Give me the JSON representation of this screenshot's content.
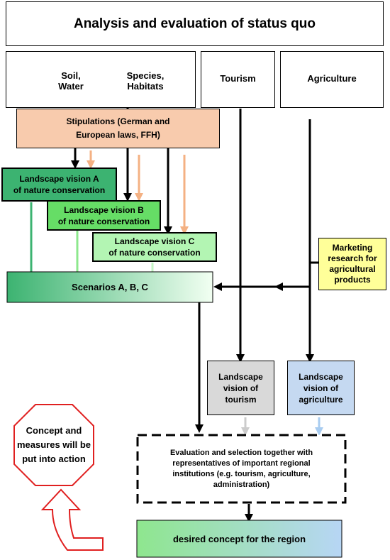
{
  "title": "Analysis and evaluation of status quo",
  "columns": {
    "soil_water": "Soil,\nWater",
    "species_habitats": "Species,\nHabitats",
    "tourism": "Tourism",
    "agriculture": "Agriculture"
  },
  "stipulations": "Stipulations (German and\nEuropean laws, FFH)",
  "visions": {
    "a": "Landscape vision A\nof nature conservation",
    "b": "Landscape vision B\nof nature conservation",
    "c": "Landscape vision C\nof nature conservation"
  },
  "marketing": "Marketing\nresearch for\nagricultural\nproducts",
  "scenarios": "Scenarios A, B, C",
  "vision_tourism": "Landscape\nvision of\ntourism",
  "vision_agriculture": "Landscape\nvision of\nagriculture",
  "concept_action": "Concept and\nmeasures will be\nput into action",
  "evaluation": "Evaluation and selection together with\nrepresentatives of important regional\ninstitutions (e.g. tourism, agriculture,\nadministration)",
  "desired": "desired concept for the region",
  "colors": {
    "stipulations_fill": "#f8cbad",
    "vision_a": "#3cb371",
    "vision_b": "#66dd66",
    "vision_c": "#b3f5b3",
    "marketing_fill": "#ffff99",
    "tourism_box": "#d9d9d9",
    "agri_box": "#c5d9f1",
    "octagon_stroke": "#e02020",
    "arrow_salmon": "#f4b183"
  }
}
